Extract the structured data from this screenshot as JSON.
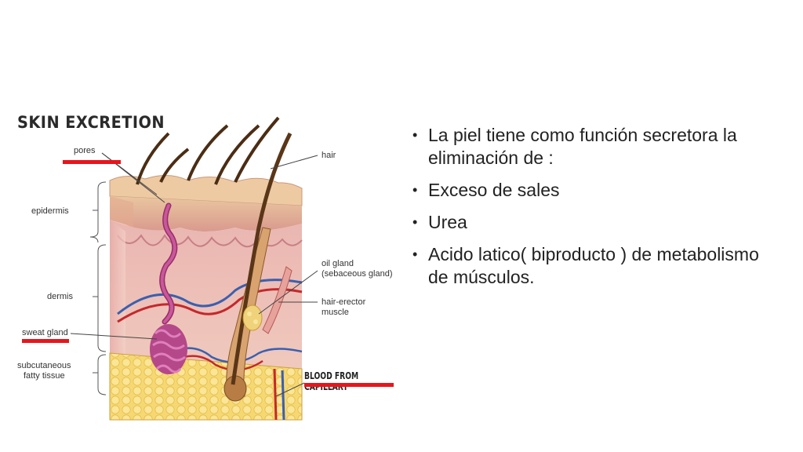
{
  "diagram": {
    "title": "SKIN EXCRETION",
    "labels": {
      "pores": "pores",
      "hair": "hair",
      "epidermis": "epidermis",
      "dermis": "dermis",
      "oil_gland_1": "oil gland",
      "oil_gland_2": "(sebaceous gland)",
      "hair_erector_1": "hair-erector",
      "hair_erector_2": "muscle",
      "sweat_gland": "sweat gland",
      "subcutaneous_1": "subcutaneous",
      "subcutaneous_2": "fatty tissue",
      "blood": "BLOOD FROM CAPILLARY"
    },
    "highlight_color": "#e8151b"
  },
  "bullets": [
    {
      "text": "La piel tiene como función secretora la eliminación de :"
    },
    {
      "text": "Exceso de sales"
    },
    {
      "text": "Urea"
    },
    {
      "text": "Acido latico( biproducto ) de metabolismo de músculos."
    }
  ]
}
